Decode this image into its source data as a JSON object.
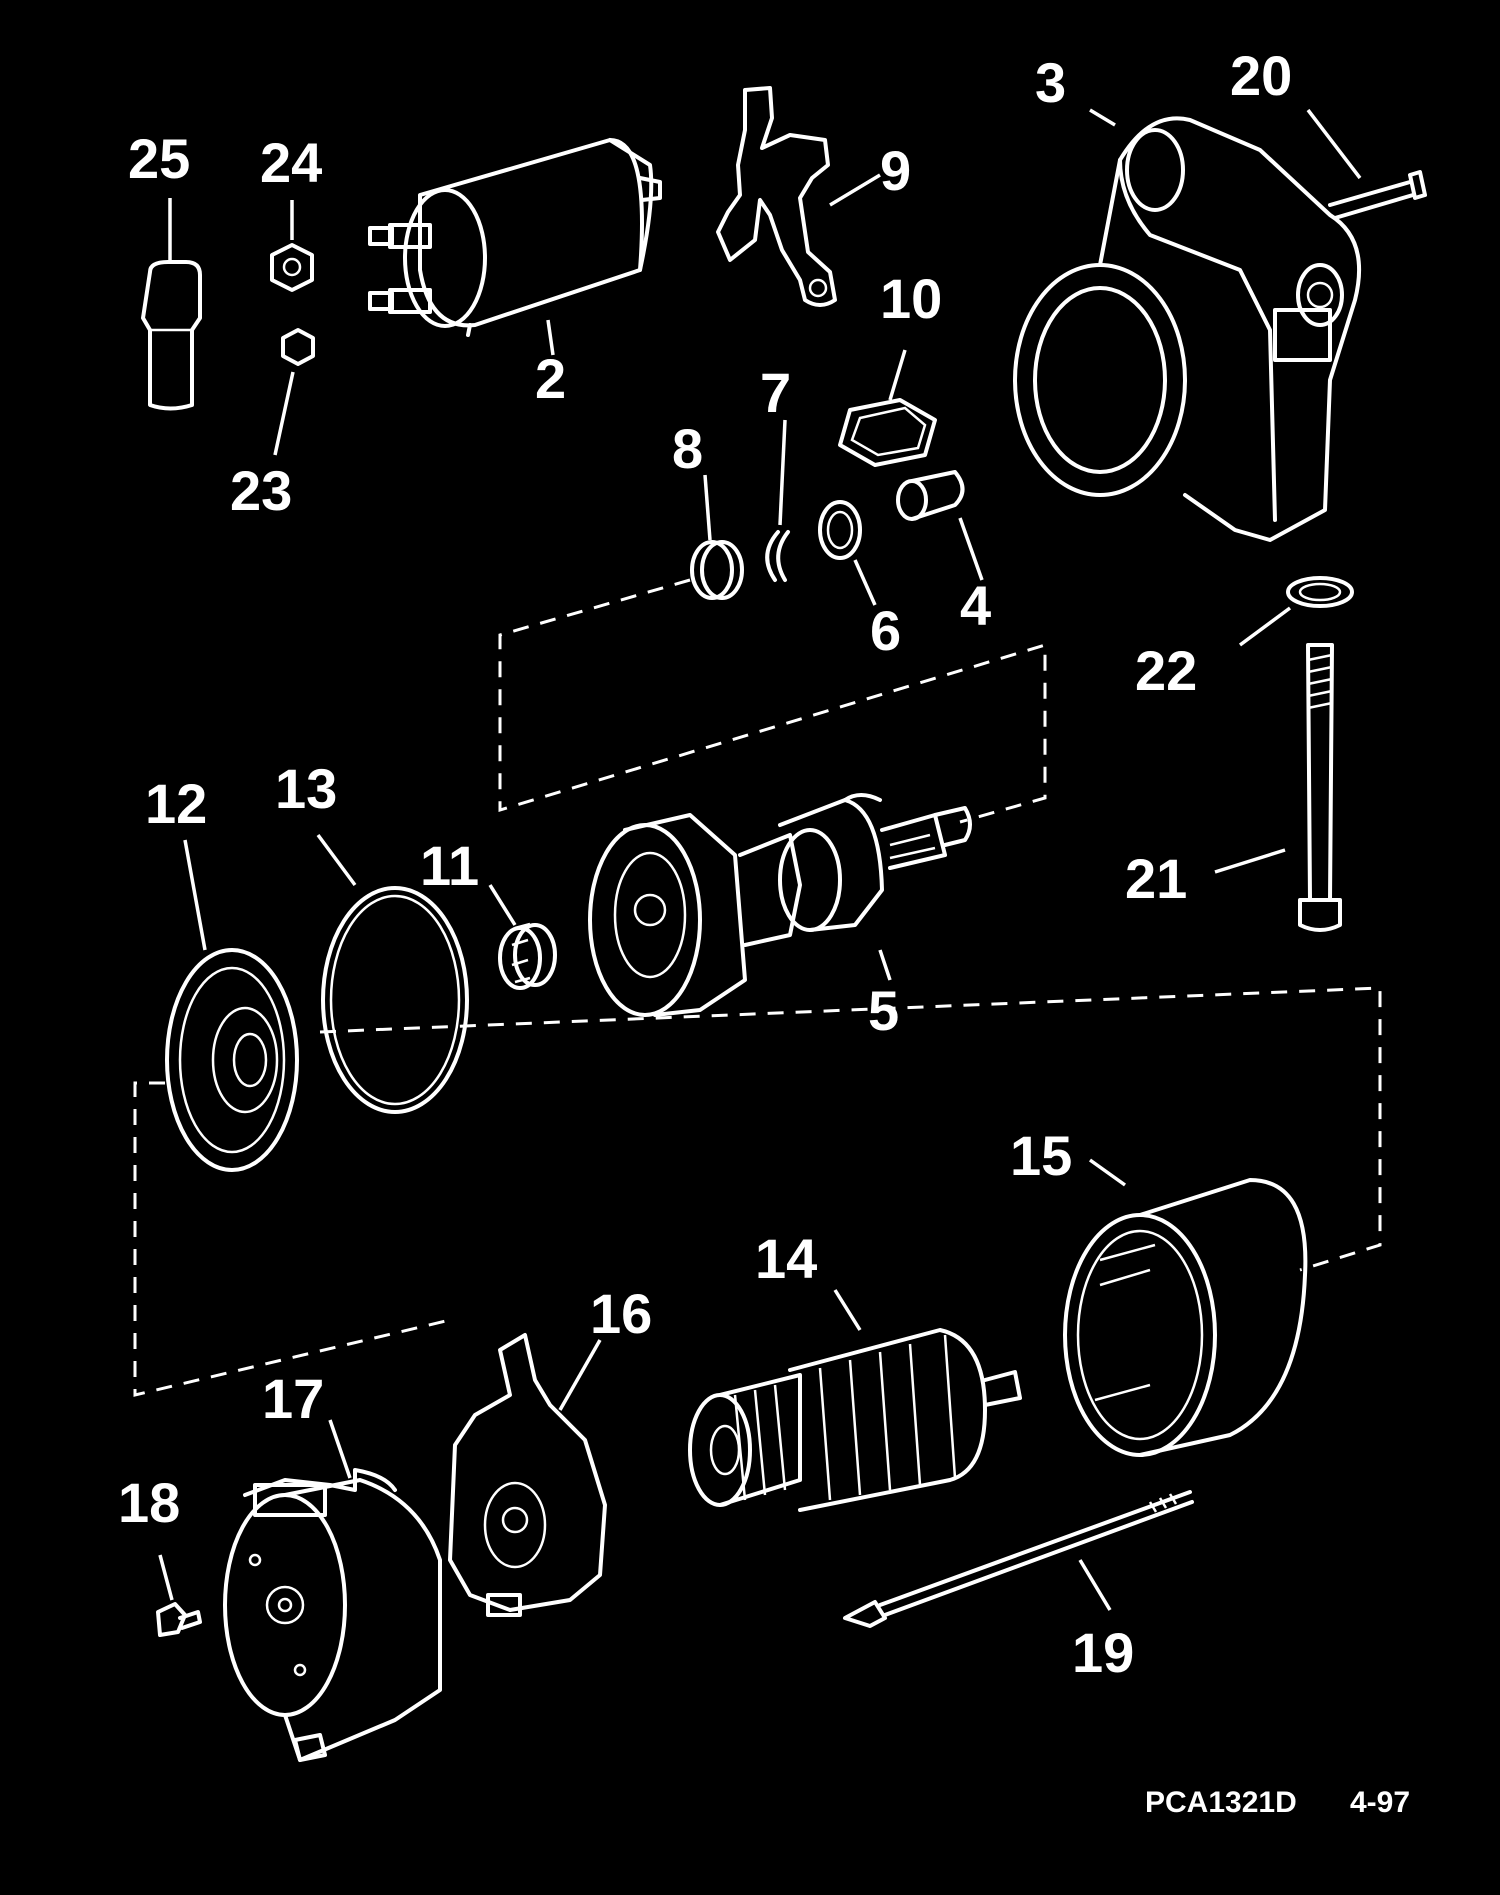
{
  "callouts": {
    "c25": "25",
    "c24": "24",
    "c2": "2",
    "c23": "23",
    "c9": "9",
    "c3": "3",
    "c20": "20",
    "c10": "10",
    "c7": "7",
    "c8": "8",
    "c6": "6",
    "c4": "4",
    "c22": "22",
    "c12": "12",
    "c13": "13",
    "c11": "11",
    "c5": "5",
    "c21": "21",
    "c15": "15",
    "c14": "14",
    "c16": "16",
    "c17": "17",
    "c18": "18",
    "c19": "19"
  },
  "footer": {
    "reference_code": "PCA1321D",
    "date_code": "4-97"
  },
  "colors": {
    "background": "#000000",
    "line_art": "#ffffff"
  }
}
